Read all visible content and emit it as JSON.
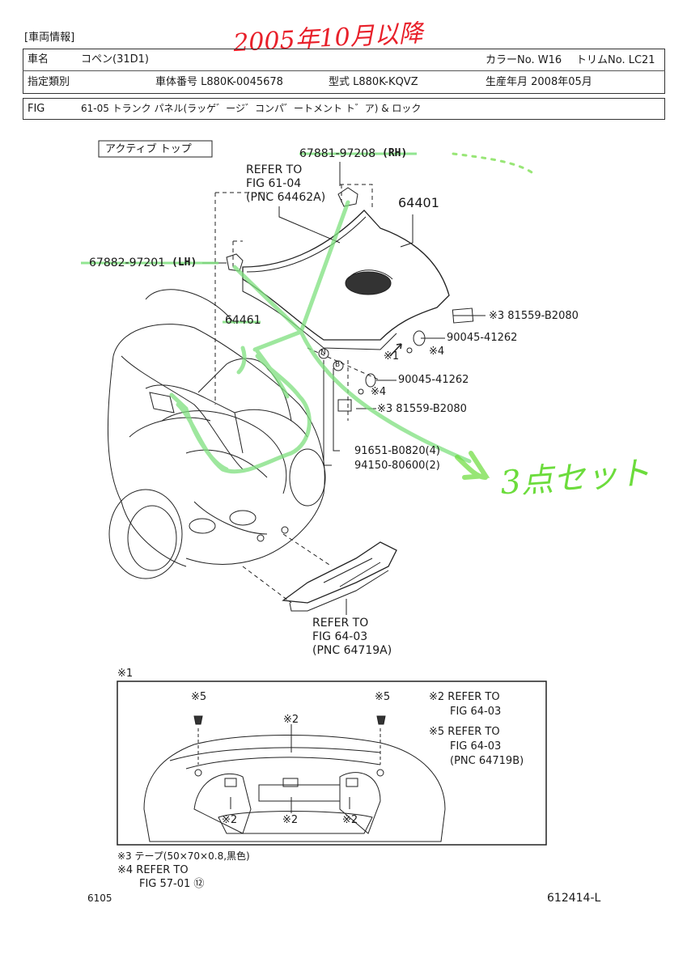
{
  "handwritten": {
    "date_note": "2005年10月以降",
    "set_note": "3点セット"
  },
  "header": {
    "section_label": "[車両情報]",
    "vehicle_name_label": "車名",
    "vehicle_name": "コペン(31D1)",
    "color_no": "カラーNo. W16",
    "trim_no": "トリムNo. LC21",
    "designation_label": "指定類別",
    "frame_number": "車体番号 L880K-0045678",
    "model_code": "型式 L880K-KQVZ",
    "production_date": "生産年月 2008年05月",
    "fig_label": "FIG",
    "fig_title": "61-05 トランク パネル(ラッゲ゛ージ゛コンパ゛ートメント ト゛ア) & ロック"
  },
  "diagram": {
    "variant_label": "アクティブ トップ",
    "refer_1": [
      "REFER TO",
      "FIG 61-04",
      "(PNC 64462A)"
    ],
    "part_rh": "67881-97208",
    "part_rh_side": "(RH)",
    "part_64401": "64401",
    "part_lh": "67882-97201",
    "part_lh_side": "(LH)",
    "part_64461": "64461",
    "tape_1": "※3 81559-B2080",
    "clip_1": "90045-41262",
    "note_4a": "※4",
    "note_1": "※1",
    "clip_2": "90045-41262",
    "note_4b": "※4",
    "tape_2": "※3 81559-B2080",
    "marker_n": "N",
    "marker_b": "B",
    "bolt_1": "91651-B0820(4)",
    "bolt_2": "94150-80600(2)",
    "refer_2": [
      "REFER TO",
      "FIG 64-03",
      "(PNC 64719A)"
    ]
  },
  "detail": {
    "title": "※1",
    "n5_left": "※5",
    "n5_right": "※5",
    "n2_top": "※2",
    "n2_left": "※2",
    "n2_mid": "※2",
    "n2_right": "※2",
    "note_2": [
      "※2 REFER TO",
      "FIG 64-03"
    ],
    "note_5": [
      "※5 REFER TO",
      "FIG 64-03",
      "(PNC 64719B)"
    ]
  },
  "footnotes": {
    "n3": "※3 テープ(50×70×0.8,黒色)",
    "n4_line1": "※4 REFER TO",
    "n4_line2": "FIG 57-01 ⑫"
  },
  "footer": {
    "page_left": "6105",
    "page_right": "612414-L"
  },
  "colors": {
    "highlight": "#7ee07e",
    "handwriting_red": "#e8202a",
    "handwriting_green": "#6cdc3c"
  }
}
